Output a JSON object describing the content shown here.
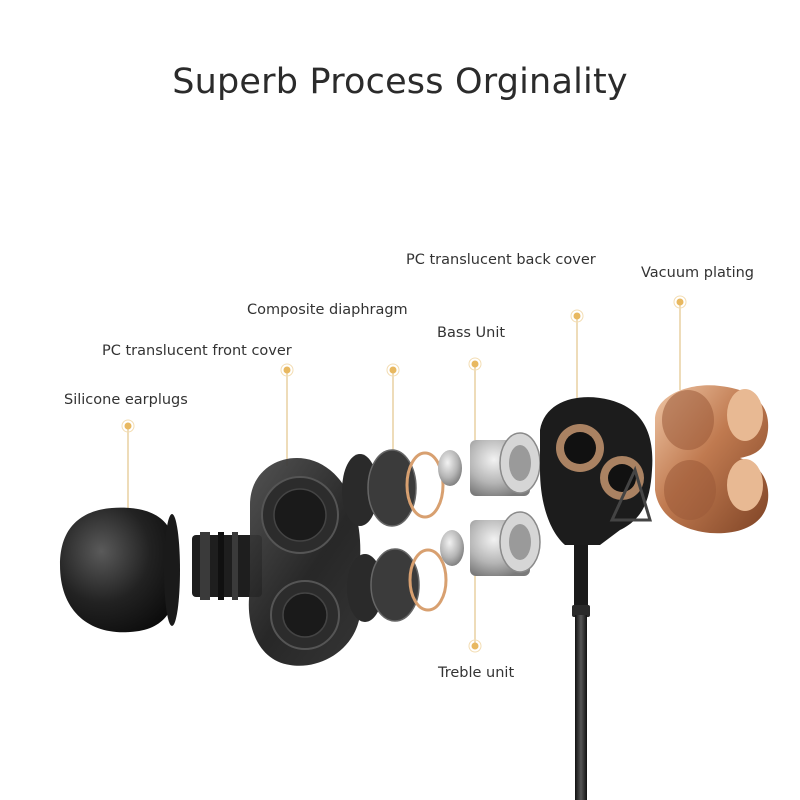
{
  "title": "Superb Process Orginality",
  "colors": {
    "background": "#ffffff",
    "leader_line": "#e3c48a",
    "leader_dot": "#e8b860",
    "black_part": "#1a1a1a",
    "metal": "#c7c7c7",
    "copper": "#c8825a"
  },
  "parts": [
    {
      "id": "silicone-earplugs",
      "label": "Silicone earplugs"
    },
    {
      "id": "pc-translucent-front-cover",
      "label": "PC translucent front cover"
    },
    {
      "id": "composite-diaphragm",
      "label": "Composite diaphragm"
    },
    {
      "id": "bass-unit",
      "label": "Bass Unit"
    },
    {
      "id": "pc-translucent-back-cover",
      "label": "PC translucent back cover"
    },
    {
      "id": "vacuum-plating",
      "label": "Vacuum plating"
    },
    {
      "id": "treble-unit",
      "label": "Treble unit"
    }
  ]
}
